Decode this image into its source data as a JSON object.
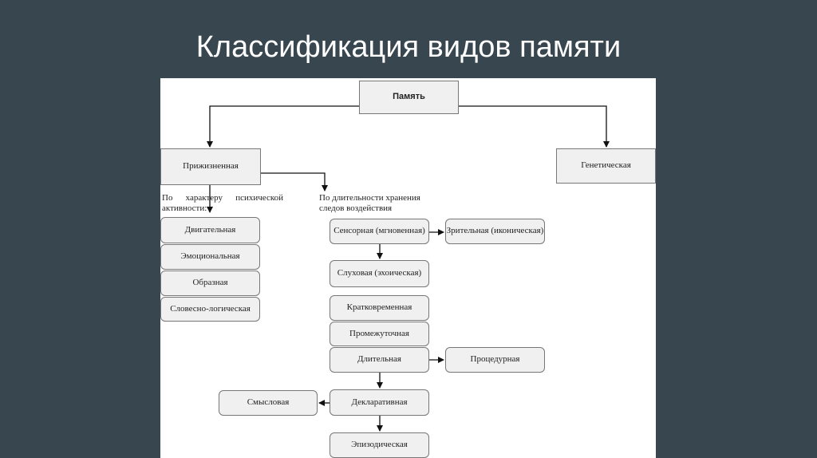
{
  "title": "Классификация видов памяти",
  "root": "Память",
  "lifetime": "Прижизненная",
  "genetic": "Генетическая",
  "caption_activity": "По характеру психической активности:",
  "caption_duration": "По длительности хранения следов воздействия",
  "activity_types": [
    "Двигательная",
    "Эмоциональная",
    "Образная",
    "Словесно-логическая"
  ],
  "sensory": "Сенсорная (мгновенная)",
  "visual": "Зрительная (иконическая)",
  "auditory": "Слуховая (эхоическая)",
  "short_term": "Кратковременная",
  "intermediate": "Промежуточная",
  "long_term": "Длительная",
  "procedural": "Процедурная",
  "declarative": "Декларативная",
  "semantic": "Смысловая",
  "episodic": "Эпизодическая"
}
